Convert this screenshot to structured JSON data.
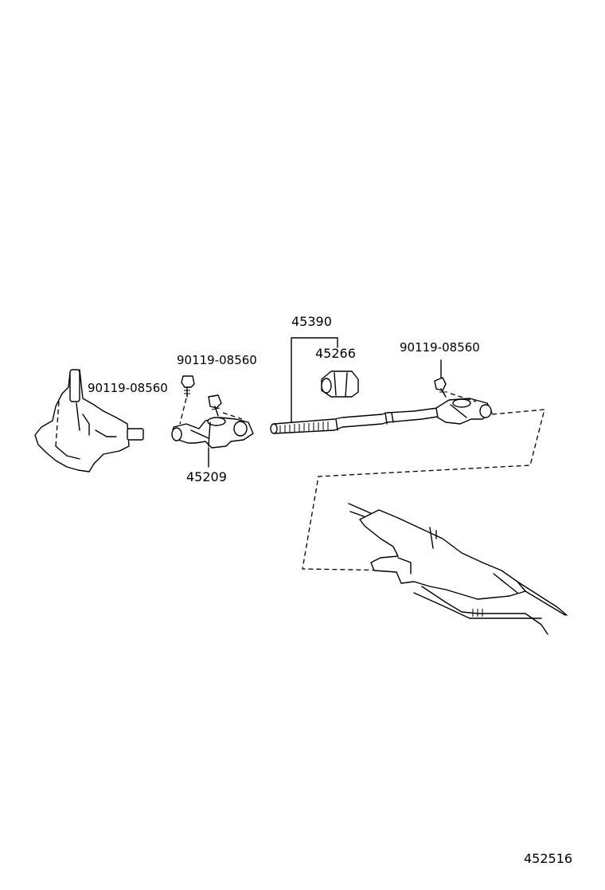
{
  "labels": {
    "shaft_assembly": "45390",
    "dust_seal": "45266",
    "bolt_right": "90119-08560",
    "bolt_upper_left": "90119-08560",
    "bolt_left": "90119-08560",
    "yoke_joint": "45209"
  },
  "figure_number": "452516"
}
